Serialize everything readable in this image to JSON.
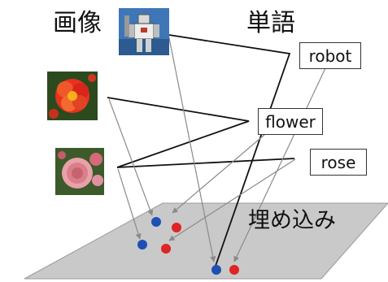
{
  "headers": {
    "images": "画像",
    "words": "単語",
    "embedding": "埋め込み"
  },
  "images": [
    {
      "subject": "robot-photo"
    },
    {
      "subject": "flower-photo"
    },
    {
      "subject": "rose-photo"
    }
  ],
  "words": [
    "robot",
    "flower",
    "rose"
  ],
  "colors": {
    "plane": "#c9c9c9",
    "plane_edge": "#9a9a9a",
    "image_dot": "#1f4fb5",
    "word_dot": "#e02424",
    "black_line": "#111111",
    "gray_arrow": "#8a8a8a"
  }
}
